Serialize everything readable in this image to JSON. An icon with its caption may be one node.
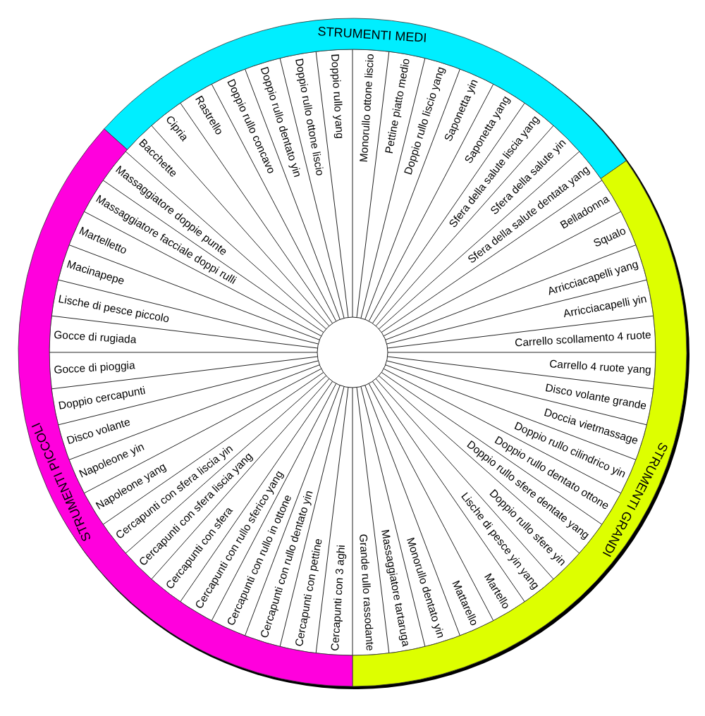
{
  "diagram": {
    "nodes": [
      {
        "text": [
          "STRUMENTI MEDI"
        ]
      },
      {
        "text": [
          "STRUMENTI GRANDI"
        ]
      },
      {
        "text": [
          "STRUMENTI PICCOLI"
        ]
      },
      {
        "text": [
          "Monorullo ottone liscio"
        ]
      },
      {
        "text": [
          "Pettine piatto medio"
        ]
      },
      {
        "text": [
          "Doppio rullo liscio yang"
        ]
      },
      {
        "text": [
          "Saponetta yin"
        ]
      },
      {
        "text": [
          "Saponetta yang"
        ]
      },
      {
        "text": [
          "Sfera della salute liscia yang"
        ]
      },
      {
        "text": [
          "Sfera della salute yin"
        ]
      },
      {
        "text": [
          "Sfera della salute dentata yang"
        ]
      },
      {
        "text": [
          "Belladonna"
        ]
      },
      {
        "text": [
          "Squalo"
        ]
      },
      {
        "text": [
          "Arricciacapelli yang"
        ]
      },
      {
        "text": [
          "Arricciacapelli yin"
        ]
      },
      {
        "text": [
          "Carrello scollamento 4 ruote"
        ]
      },
      {
        "text": [
          "Carrello 4 ruote yang"
        ]
      },
      {
        "text": [
          "Disco volante grande"
        ]
      },
      {
        "text": [
          "Doccia vietmassage"
        ]
      },
      {
        "text": [
          "Doppio rullo cilindrico yin"
        ]
      },
      {
        "text": [
          "Doppio rullo dentato ottone"
        ]
      },
      {
        "text": [
          "Doppio rullo sfere dentate yang"
        ]
      },
      {
        "text": [
          "Doppio rullo sfere yin"
        ]
      },
      {
        "text": [
          "Lische di pesce yin yang"
        ]
      },
      {
        "text": [
          "Martello"
        ]
      },
      {
        "text": [
          "Mattarello"
        ]
      },
      {
        "text": [
          "Monorullo dentato yin"
        ]
      },
      {
        "text": [
          "Massaggiatore tartaruga"
        ]
      },
      {
        "text": [
          "Grande rullo rassodante"
        ]
      },
      {
        "text": [
          "Cercapunti con 3 aghi"
        ]
      },
      {
        "text": [
          "Cercapunti con pettine"
        ]
      },
      {
        "text": [
          "Cercapunti con rullo dentato yin"
        ]
      },
      {
        "text": [
          "Cercapunti con rullo in ottone"
        ]
      },
      {
        "text": [
          "Cercapunti con rullo sferico yang"
        ]
      },
      {
        "text": [
          "Cercapunti con sfera"
        ]
      },
      {
        "text": [
          "Cercapunti con sfera liscia yang"
        ]
      },
      {
        "text": [
          "Cercapunti con sfera liscia yin"
        ]
      },
      {
        "text": [
          "Napoleone yang"
        ]
      },
      {
        "text": [
          "Napoleone yin"
        ]
      },
      {
        "text": [
          "Disco volante"
        ]
      },
      {
        "text": [
          "Doppio cercapunti"
        ]
      },
      {
        "text": [
          "Gocce di pioggia"
        ]
      },
      {
        "text": [
          "Gocce di rugiada"
        ]
      },
      {
        "text": [
          "Lische di pesce piccolo"
        ]
      },
      {
        "text": [
          "Macinapepe"
        ]
      },
      {
        "text": [
          "Martelletto"
        ]
      },
      {
        "text": [
          "Massaggiatore facciale doppi rulli"
        ]
      },
      {
        "text": [
          "Massaggiatore doppie punte"
        ]
      },
      {
        "text": [
          "Bacchette"
        ]
      },
      {
        "text": [
          "Cipria"
        ]
      },
      {
        "text": [
          "Rastrello"
        ]
      },
      {
        "text": [
          "Doppio rullo concavo"
        ]
      },
      {
        "text": [
          "Doppio rullo dentato yin"
        ]
      },
      {
        "text": [
          "Doppio rullo ottone liscio"
        ]
      },
      {
        "text": [
          "Doppio rullo yang"
        ]
      }
    ]
  }
}
